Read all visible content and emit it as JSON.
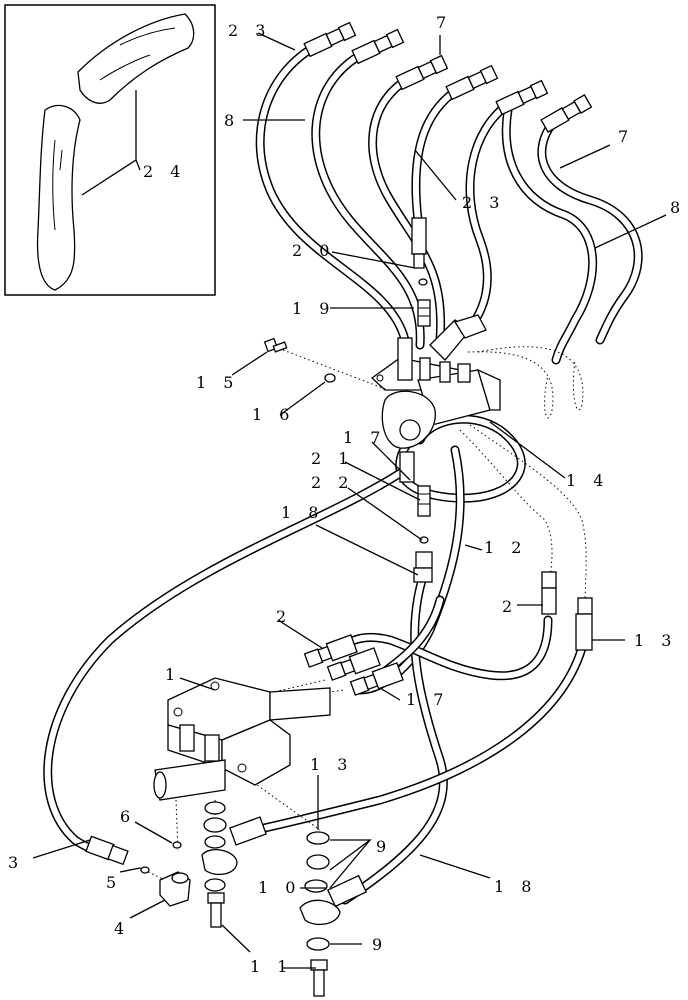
{
  "callouts": [
    {
      "id": "c23a",
      "text": "2 3"
    },
    {
      "id": "c7a",
      "text": "7"
    },
    {
      "id": "c8a",
      "text": "8"
    },
    {
      "id": "c24",
      "text": "2 4"
    },
    {
      "id": "c23b",
      "text": "2 3"
    },
    {
      "id": "c7b",
      "text": "7"
    },
    {
      "id": "c8b",
      "text": "8"
    },
    {
      "id": "c20",
      "text": "2 0"
    },
    {
      "id": "c19",
      "text": "1 9"
    },
    {
      "id": "c15",
      "text": "1 5"
    },
    {
      "id": "c16",
      "text": "1 6"
    },
    {
      "id": "c17a",
      "text": "1 7"
    },
    {
      "id": "c21",
      "text": "2 1"
    },
    {
      "id": "c22",
      "text": "2 2"
    },
    {
      "id": "c14",
      "text": "1 4"
    },
    {
      "id": "c18a",
      "text": "1 8"
    },
    {
      "id": "c12",
      "text": "1 2"
    },
    {
      "id": "c2a",
      "text": "2"
    },
    {
      "id": "c2b",
      "text": "2"
    },
    {
      "id": "c13a",
      "text": "1 3"
    },
    {
      "id": "c1",
      "text": "1"
    },
    {
      "id": "c17b",
      "text": "1 7"
    },
    {
      "id": "c13b",
      "text": "1 3"
    },
    {
      "id": "c6",
      "text": "6"
    },
    {
      "id": "c9a",
      "text": "9"
    },
    {
      "id": "c3",
      "text": "3"
    },
    {
      "id": "c10",
      "text": "1 0"
    },
    {
      "id": "c18b",
      "text": "1 8"
    },
    {
      "id": "c5",
      "text": "5"
    },
    {
      "id": "c4",
      "text": "4"
    },
    {
      "id": "c9b",
      "text": "9"
    },
    {
      "id": "c11",
      "text": "1 1"
    }
  ]
}
